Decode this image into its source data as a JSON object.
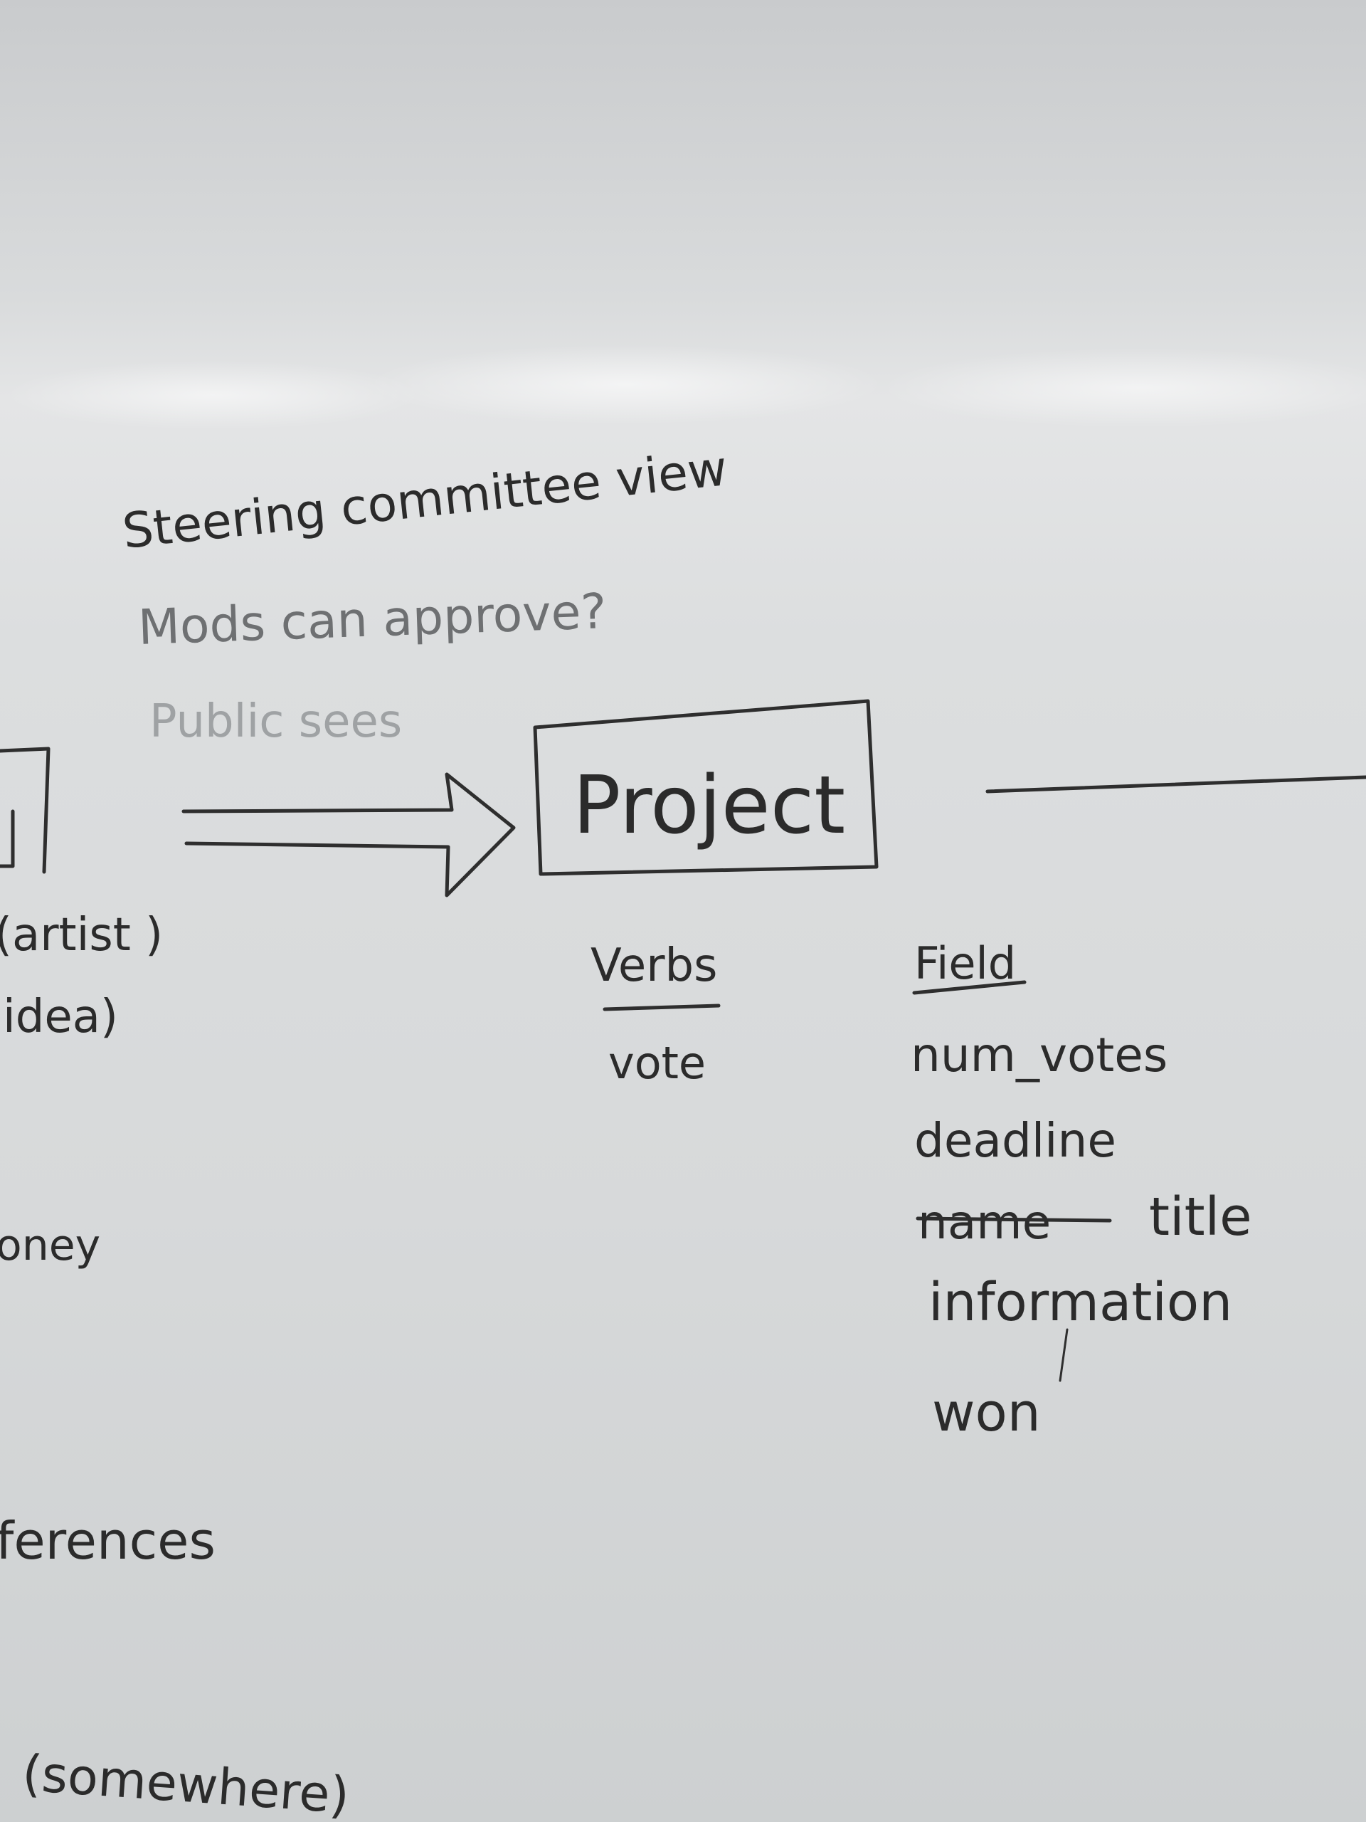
{
  "whiteboard": {
    "notes": {
      "line1": "Steering committee view",
      "line2": "Mods can approve?",
      "line3": "Public sees"
    },
    "entity_box": {
      "label": "Project"
    },
    "verbs": {
      "heading": "Verbs",
      "items": [
        "vote"
      ]
    },
    "fields": {
      "heading": "Field",
      "items": [
        "num_votes",
        "deadline",
        "name",
        "title",
        "information",
        "won"
      ],
      "struck_item": "name"
    },
    "left_edge": {
      "fragment1": "(artist )",
      "fragment2": "idea)",
      "fragment3": "oney",
      "fragment4": "ferences",
      "fragment5": "(somewhere)"
    }
  }
}
